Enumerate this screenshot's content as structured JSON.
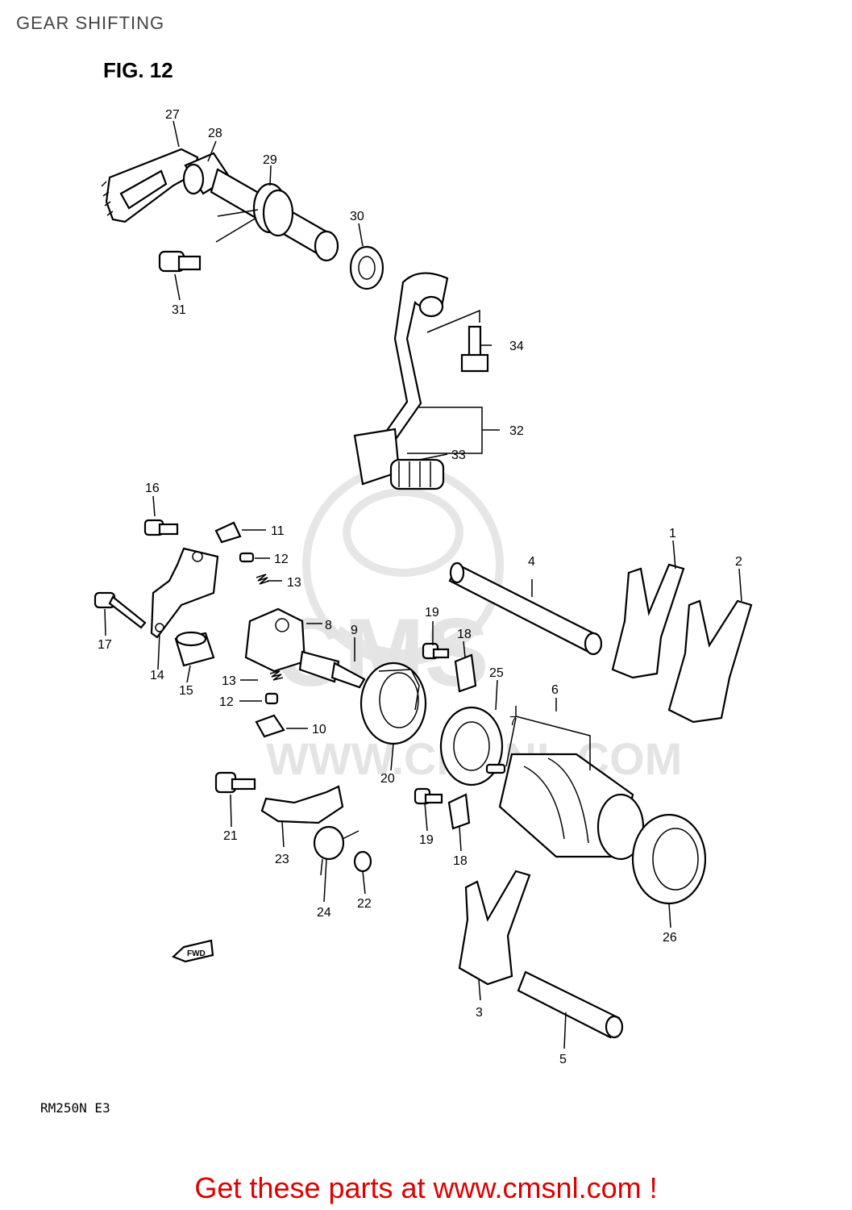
{
  "header": {
    "title": "GEAR SHIFTING"
  },
  "figure": {
    "label": "FIG. 12"
  },
  "model": {
    "code": "RM250N  E3"
  },
  "fwd_tag": "FWD",
  "watermark": {
    "text": "WWW.CMSNL.COM",
    "logo": "CMS"
  },
  "footer": {
    "promo": "Get these parts at www.cmsnl.com !"
  },
  "callouts": [
    "1",
    "2",
    "3",
    "4",
    "5",
    "6",
    "7",
    "8",
    "9",
    "10",
    "11",
    "12",
    "12",
    "13",
    "13",
    "14",
    "15",
    "16",
    "17",
    "18",
    "18",
    "19",
    "19",
    "20",
    "21",
    "22",
    "23",
    "24",
    "25",
    "26",
    "27",
    "28",
    "29",
    "30",
    "31",
    "32",
    "33",
    "34"
  ]
}
